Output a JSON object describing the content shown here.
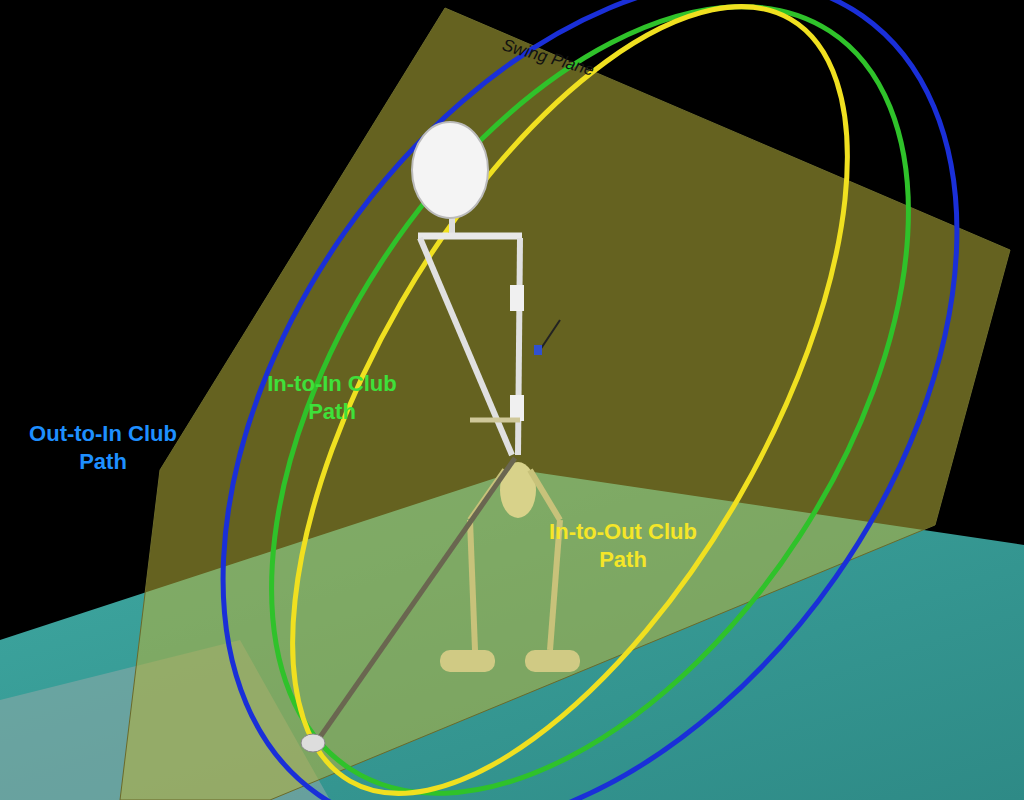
{
  "diagram": {
    "labels": [
      "Swing Plane",
      "Out-to-In Club Path",
      "In-to-In Club Path",
      "In-to-Out Club Path"
    ]
  }
}
